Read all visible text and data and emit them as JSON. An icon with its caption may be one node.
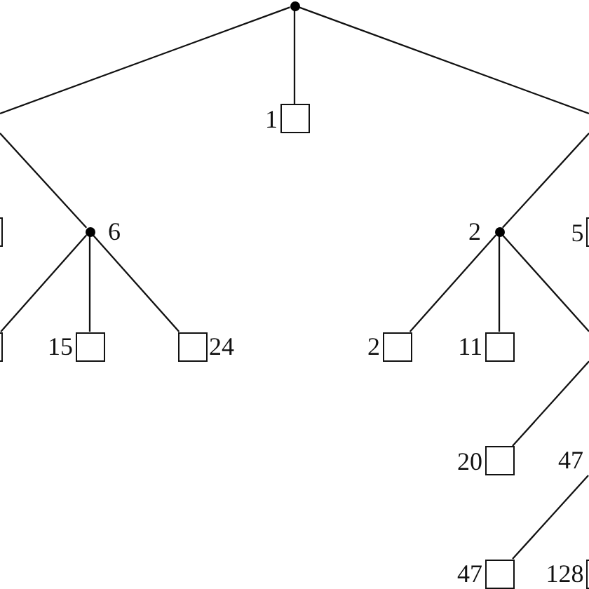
{
  "diagram": {
    "nodes": [
      {
        "text": [],
        "shape": "circle"
      },
      {
        "text": [],
        "shape": "box",
        "beside": [
          "1"
        ]
      },
      {
        "text": [],
        "shape": "box"
      },
      {
        "text": [],
        "shape": "circle",
        "beside": [
          "6"
        ]
      },
      {
        "text": [],
        "shape": "circle",
        "beside": [
          "2"
        ]
      },
      {
        "text": [],
        "shape": "box",
        "beside": [
          "5"
        ]
      },
      {
        "text": [],
        "shape": "box"
      },
      {
        "text": [],
        "shape": "box",
        "beside": [
          "15"
        ]
      },
      {
        "text": [],
        "shape": "box",
        "beside": [
          "24"
        ]
      },
      {
        "text": [],
        "shape": "box",
        "beside": [
          "2"
        ]
      },
      {
        "text": [],
        "shape": "box",
        "beside": [
          "11"
        ]
      },
      {
        "text": [],
        "shape": "box",
        "beside": [
          "20"
        ]
      },
      {
        "text": [
          "47"
        ]
      },
      {
        "text": [],
        "shape": "box",
        "beside": [
          "47"
        ]
      },
      {
        "text": [],
        "shape": "box",
        "beside": [
          "128"
        ]
      }
    ],
    "edges": [
      {
        "from": 0,
        "to": null,
        "arrow": "none"
      },
      {
        "from": 0,
        "to": 1,
        "arrow": "none"
      },
      {
        "from": 0,
        "to": null,
        "arrow": "none"
      },
      {
        "from": null,
        "to": 3,
        "arrow": "none"
      },
      {
        "from": null,
        "to": 4,
        "arrow": "none"
      },
      {
        "from": 3,
        "to": 6,
        "arrow": "none"
      },
      {
        "from": 3,
        "to": 7,
        "arrow": "none"
      },
      {
        "from": 3,
        "to": 8,
        "arrow": "none"
      },
      {
        "from": 4,
        "to": 9,
        "arrow": "none"
      },
      {
        "from": 4,
        "to": 10,
        "arrow": "none"
      },
      {
        "from": 4,
        "to": null,
        "arrow": "none"
      },
      {
        "from": null,
        "to": 11,
        "arrow": "none"
      },
      {
        "from": 12,
        "to": 13,
        "arrow": "none"
      }
    ]
  }
}
